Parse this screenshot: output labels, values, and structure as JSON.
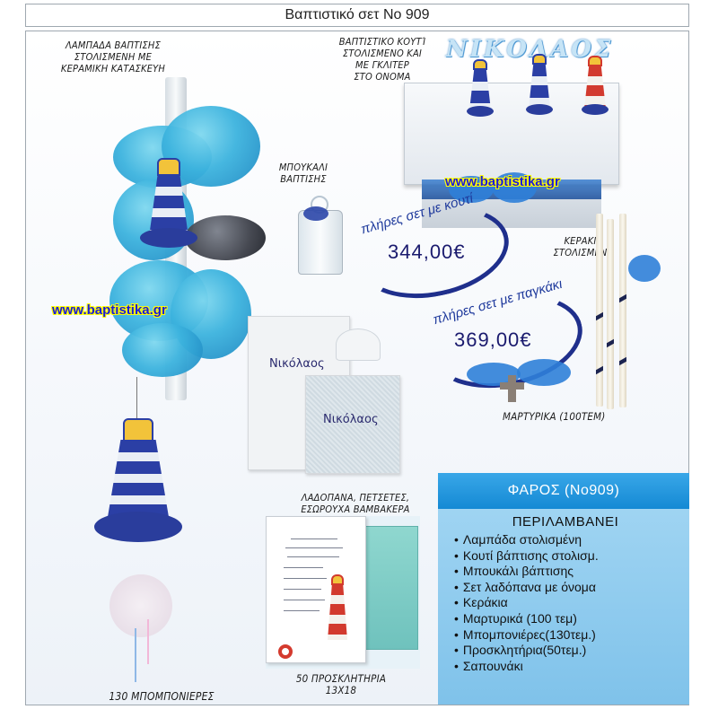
{
  "title": "Βαπτιστικό σετ Νο 909",
  "captions": {
    "candle": [
      "Λαμπαδα Βαπτισης",
      "στολισμενη με",
      "κεραμικη κατασκευη"
    ],
    "box": [
      "Βαπτιστικο κουτί",
      "στολισμενο και",
      "με γκλιτερ",
      "στο ονομα"
    ],
    "bottle": [
      "Μπουκαλι",
      "βαπτισης"
    ],
    "small_candles": [
      "Κερακια",
      "στολισμενα"
    ],
    "martyrika": "Μαρτυρικα (100τεμ)",
    "oil_set": [
      "Λαδοπανα, πετσετες,",
      "εσωρουχα βαμβακερα"
    ],
    "invitations": [
      "50 προσκλητηρια",
      "13Χ18"
    ],
    "bonbonnieres": "130 μπομπονιερες"
  },
  "box_name": "ΝΙΚΟΛΑΟΣ",
  "url_text": "www.baptistika.gr",
  "price_box": {
    "label": "πλήρες σετ με κουτί",
    "value": "344,00€"
  },
  "price_bench": {
    "label": "πλήρες σετ με παγκάκι",
    "value": "369,00€"
  },
  "towel_name": "Νικόλαος",
  "panel": {
    "header": "ΦΑΡΟΣ (Νο909)",
    "subtitle": "ΠΕΡΙΛΑΜΒΑΝΕΙ",
    "items": [
      "Λαμπάδα στολισμένη",
      "Κουτί βάπτισης στολισμ.",
      "Μπουκάλι βάπτισης",
      "Σετ λαδόπανα με όνομα",
      "Κεράκια",
      "Μαρτυρικά (100 τεμ)",
      "Μπομπονιέρες(130τεμ.)",
      "Προσκλητήρια(50τεμ.)",
      "Σαπουνάκι"
    ]
  },
  "colors": {
    "url_blue": "#1a1adb",
    "url_highlight": "#ffff00",
    "panel_header": "#1f99df",
    "panel_body": "#8ecbee",
    "price_ring": "#1f2f8c"
  }
}
